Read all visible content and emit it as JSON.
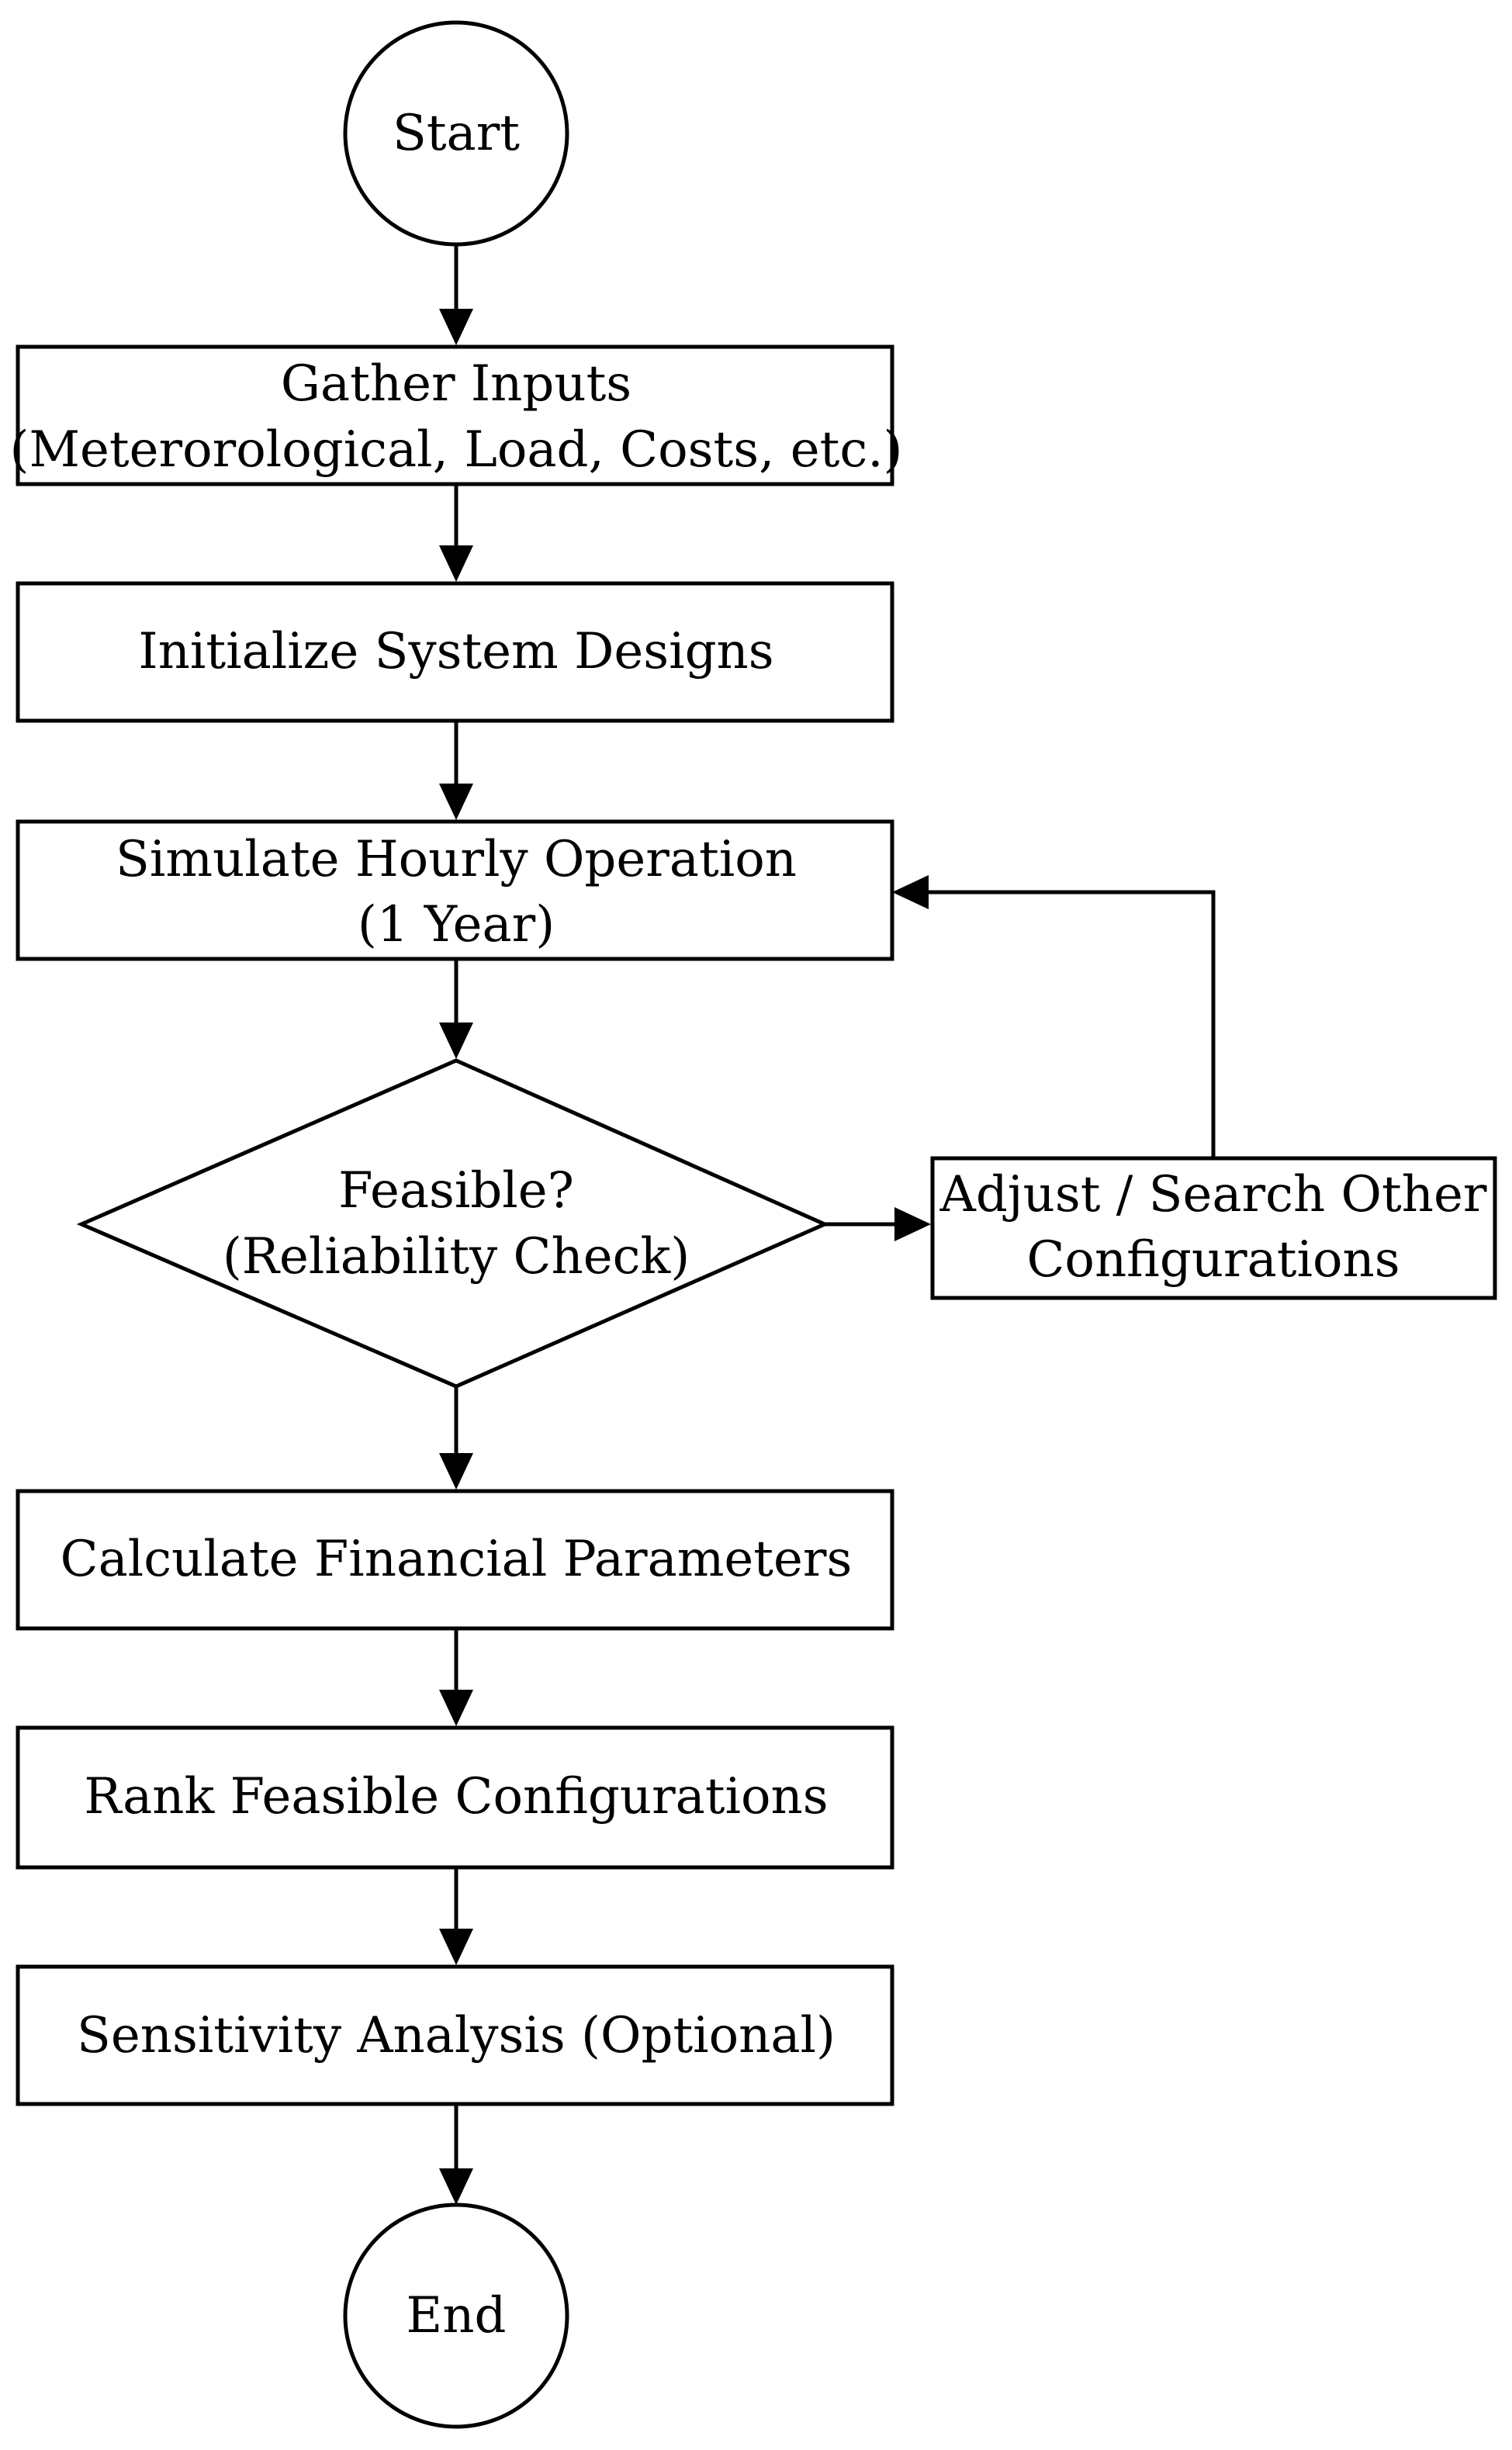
{
  "diagram": {
    "start": {
      "label": "Start"
    },
    "gather_inputs": {
      "line1": "Gather Inputs",
      "line2": "(Meterorological, Load, Costs, etc.)"
    },
    "initialize": {
      "label": "Initialize System Designs"
    },
    "simulate": {
      "line1": "Simulate Hourly Operation",
      "line2": "(1 Year)"
    },
    "feasible": {
      "line1": "Feasible?",
      "line2": "(Reliability Check)"
    },
    "adjust": {
      "line1": "Adjust / Search Other",
      "line2": "Configurations"
    },
    "calculate": {
      "label": "Calculate Financial Parameters"
    },
    "rank": {
      "label": "Rank Feasible Configurations"
    },
    "sensitivity": {
      "label": "Sensitivity Analysis (Optional)"
    },
    "end": {
      "label": "End"
    }
  }
}
